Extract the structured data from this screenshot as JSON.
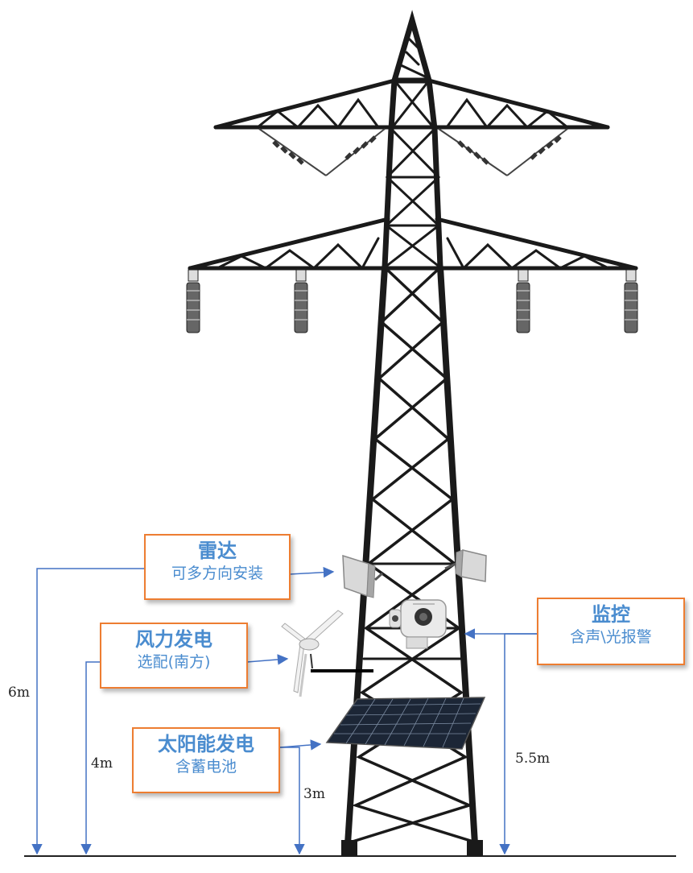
{
  "callouts": {
    "radar": {
      "title": "雷达",
      "subtitle": "可多方向安装"
    },
    "monitor": {
      "title": "监控",
      "subtitle": "含声\\光报警"
    },
    "wind": {
      "title": "风力发电",
      "subtitle": "选配(南方)"
    },
    "solar": {
      "title": "太阳能发电",
      "subtitle": "含蓄电池"
    }
  },
  "heights": {
    "radar": "6m",
    "wind": "4m",
    "solar": "3m",
    "monitor": "5.5m"
  },
  "colors": {
    "callout_border": "#ed7d31",
    "callout_text": "#4a8ccf",
    "arrow": "#4472c4",
    "tower": "#1a1a1a"
  }
}
